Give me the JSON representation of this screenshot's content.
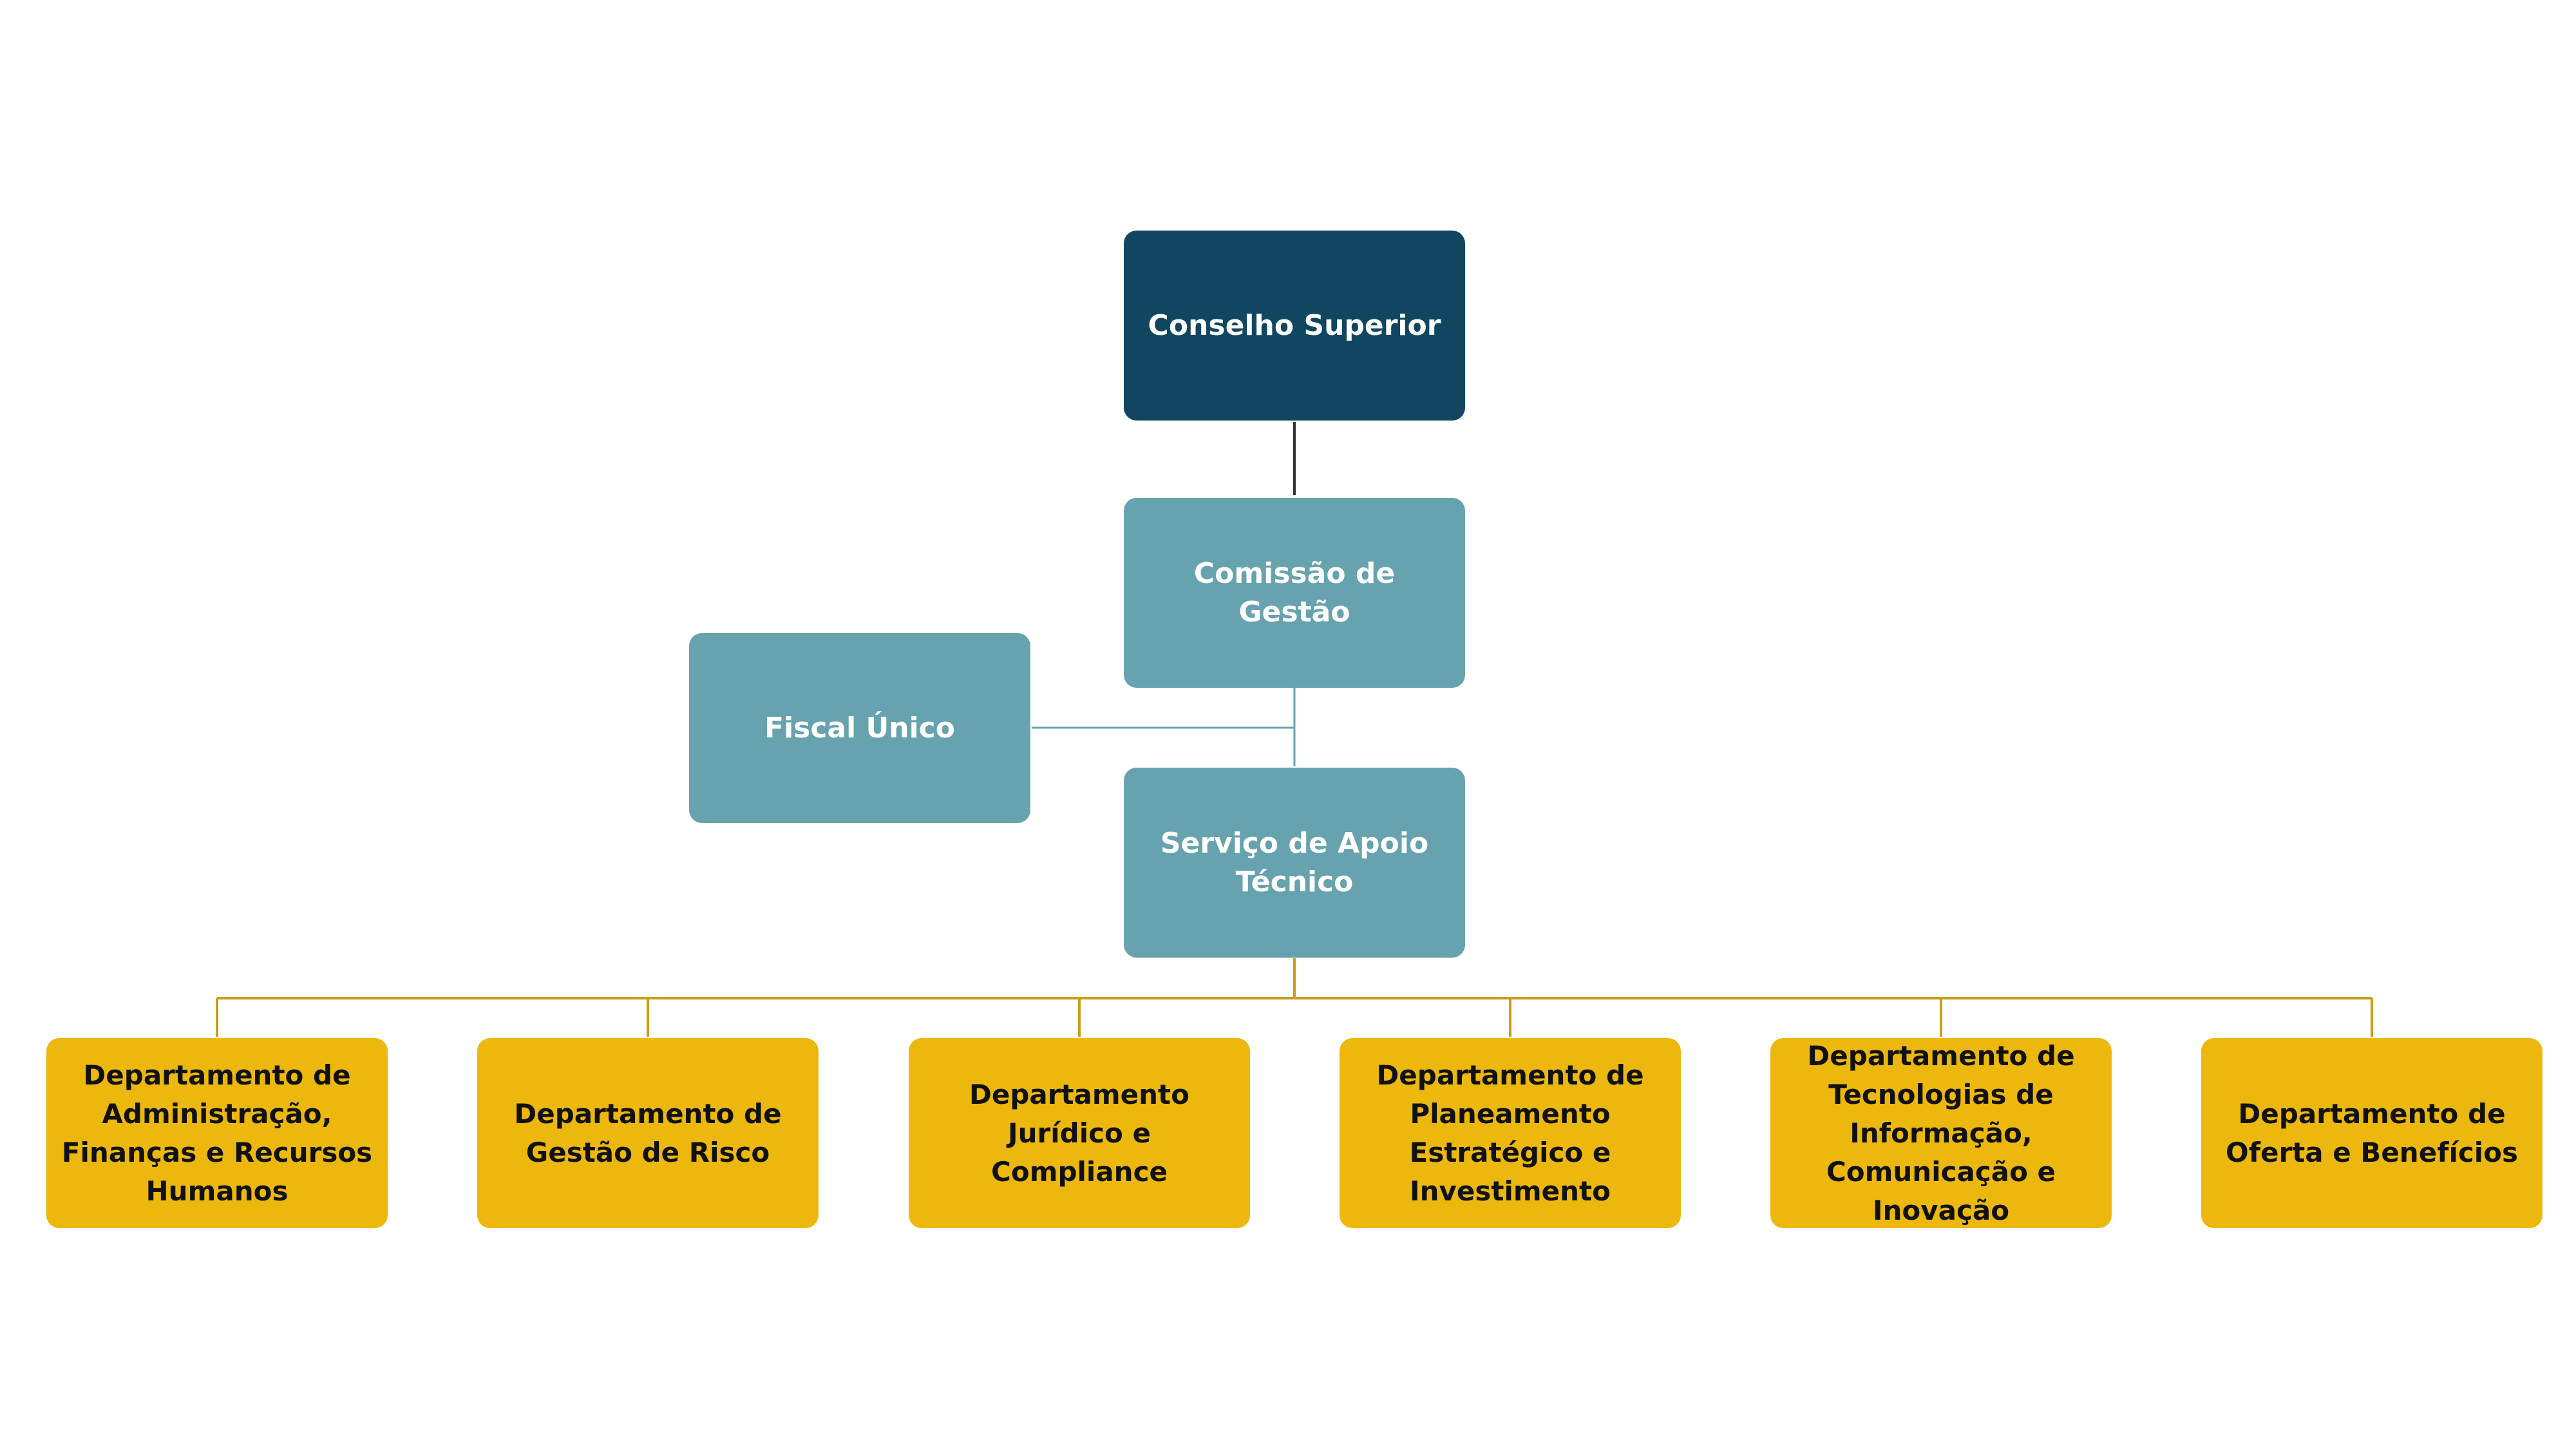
{
  "colors": {
    "top": "#10465f",
    "mid": "#67a3ae",
    "dept": "#ecb80e",
    "line_top": "#333333",
    "line_mid": "#67a3ae",
    "line_dept": "#c8a016",
    "text_light": "#ffffff",
    "text_dark": "#111111"
  },
  "top": {
    "label": "Conselho Superior"
  },
  "comissao": {
    "label": "Comissão de Gestão"
  },
  "fiscal": {
    "label": "Fiscal Único"
  },
  "servico": {
    "label": "Serviço de Apoio Técnico"
  },
  "departments": [
    {
      "label": "Departamento de Administração, Finanças e Recursos Humanos"
    },
    {
      "label": "Departamento de Gestão de Risco"
    },
    {
      "label": "Departamento Jurídico e Compliance"
    },
    {
      "label": "Departamento de Planeamento Estratégico e Investimento"
    },
    {
      "label": "Departamento de Tecnologias de Informação, Comunicação e Inovação"
    },
    {
      "label": "Departamento de Oferta e Benefícios"
    }
  ]
}
